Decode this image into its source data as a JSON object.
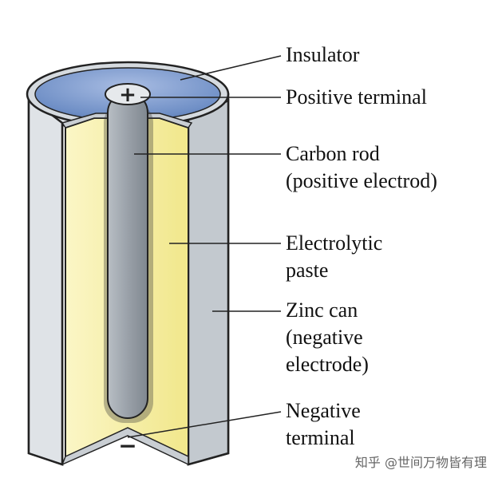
{
  "labels": {
    "insulator": "Insulator",
    "positive_terminal": "Positive terminal",
    "carbon_rod_1": "Carbon rod",
    "carbon_rod_2": "(positive electrod)",
    "electrolytic_1": "Electrolytic",
    "electrolytic_2": "paste",
    "zinc_1": "Zinc can",
    "zinc_2": "(negative",
    "zinc_3": "electrode)",
    "negative_1": "Negative",
    "negative_2": "terminal"
  },
  "symbols": {
    "plus": "+",
    "minus": "−"
  },
  "watermark": "知乎 @世间万物皆有理",
  "colors": {
    "insulator_blue": "#6f8fc6",
    "paste_yellow": "#f7f0a6",
    "zinc_gray": "#c9ced3",
    "rod_gray": "#9aa1a9",
    "outline": "#222222"
  }
}
